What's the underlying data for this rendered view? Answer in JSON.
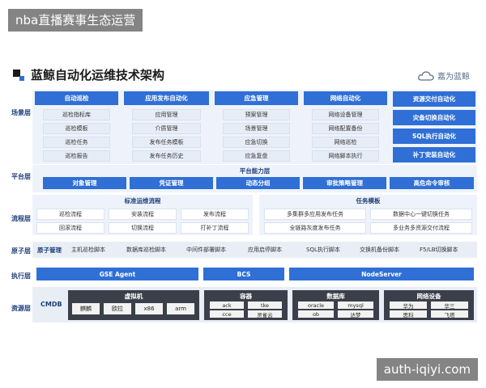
{
  "watermarks": {
    "top": "nba直播赛事生态运营",
    "bottom": "auth-iqiyi.com"
  },
  "title": "蓝鲸自动化运维技术架构",
  "brand": "嘉为蓝鲸",
  "colors": {
    "accent": "#2f6fd6",
    "dark": "#3a3f4a",
    "panel": "#eef3fb"
  },
  "row_labels": {
    "scene": "场景层",
    "platform": "平台层",
    "flow": "流程层",
    "atom": "原子层",
    "exec": "执行层",
    "resource": "资源层"
  },
  "scenes": [
    {
      "title": "自动巡检",
      "items": [
        "巡检指标库",
        "巡检模板",
        "巡检任务",
        "巡检报告"
      ]
    },
    {
      "title": "应用发布自动化",
      "items": [
        "应用管理",
        "介质管理",
        "发布任务模板",
        "发布任务历史"
      ]
    },
    {
      "title": "应急管理",
      "items": [
        "预案管理",
        "场景管理",
        "应急切换",
        "应急复盘"
      ]
    },
    {
      "title": "网络自动化",
      "items": [
        "网络设备管理",
        "网络配置备份",
        "网络巡检",
        "网络脚本执行"
      ]
    }
  ],
  "scene_right": [
    "资源交付自动化",
    "灾备切换自动化",
    "SQL执行自动化",
    "补丁安装自动化"
  ],
  "platform": {
    "title": "平台能力层",
    "items": [
      "对象管理",
      "凭证管理",
      "动态分组",
      "审批策略管理",
      "高危命令审核"
    ]
  },
  "flow": {
    "left_title": "标准运维流程",
    "left_items": [
      "巡检流程",
      "安装流程",
      "发布流程",
      "回滚流程",
      "切换流程",
      "打补丁流程"
    ],
    "right_title": "任务模板",
    "right_items": [
      "多集群多应用发布任务",
      "数据中心一键切换任务",
      "全链路灰度发布任务",
      "多业务多资源交付流程"
    ]
  },
  "atom": {
    "label": "原子管理",
    "items": [
      "主机巡检脚本",
      "数据库巡检脚本",
      "中间件部署脚本",
      "应用启停脚本",
      "SQL执行脚本",
      "交换机备份脚本",
      "F5/LB切换脚本"
    ]
  },
  "exec": [
    "GSE Agent",
    "BCS",
    "NodeServer"
  ],
  "resource": {
    "label": "CMDB",
    "groups": [
      {
        "title": "虚拟机",
        "items": [
          "麒麟",
          "欧拉",
          "x86",
          "arm"
        ]
      },
      {
        "title": "容器",
        "items": [
          "ack",
          "tke",
          "cce",
          "灵雀云"
        ]
      },
      {
        "title": "数据库",
        "items": [
          "oracle",
          "mysql",
          "ob",
          "达梦"
        ]
      },
      {
        "title": "网络设备",
        "items": [
          "华为",
          "华三",
          "思科",
          "飞塔"
        ]
      }
    ]
  }
}
